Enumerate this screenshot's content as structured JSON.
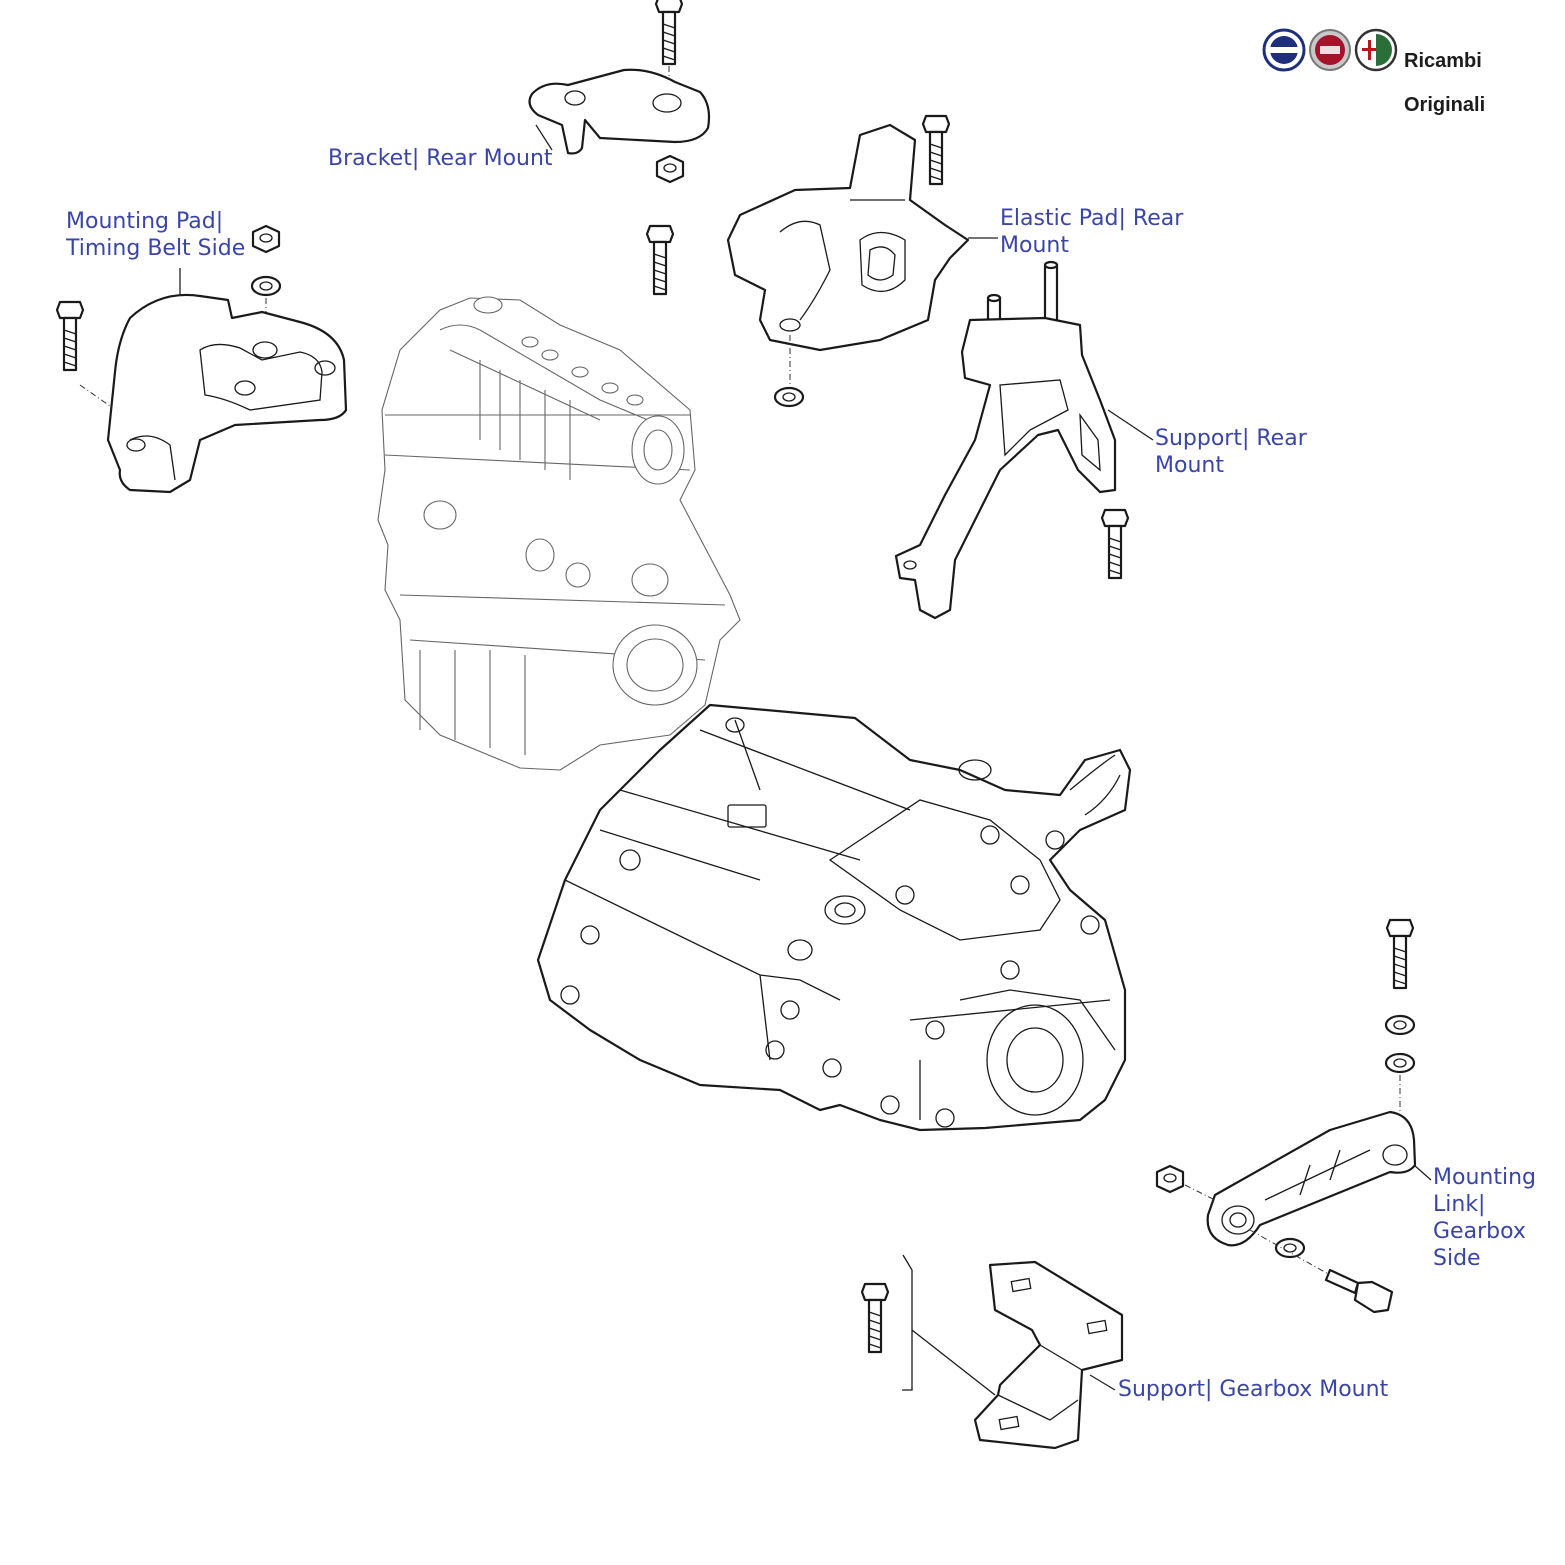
{
  "brand": {
    "line1": "Ricambi",
    "line2": "Originali",
    "logos": [
      {
        "icon": "lancia-logo-icon",
        "color": "#1f2f7a"
      },
      {
        "icon": "fiat-logo-icon",
        "color": "#a3142a"
      },
      {
        "icon": "alfa-romeo-logo-icon",
        "color": "#2c6e3a"
      }
    ]
  },
  "labels": {
    "bracket_rear_mount": "Bracket| Rear Mount",
    "mounting_pad_timing_belt_side": "Mounting Pad|\nTiming Belt Side",
    "elastic_pad_rear_mount": "Elastic Pad| Rear\nMount",
    "support_rear_mount": "Support| Rear\nMount",
    "mounting_link_gearbox_side": "Mounting\nLink|\nGearbox\nSide",
    "support_gearbox_mount": "Support| Gearbox Mount"
  },
  "colors": {
    "label_text": "#3a45a6",
    "line_art": "#1a1a1a"
  }
}
